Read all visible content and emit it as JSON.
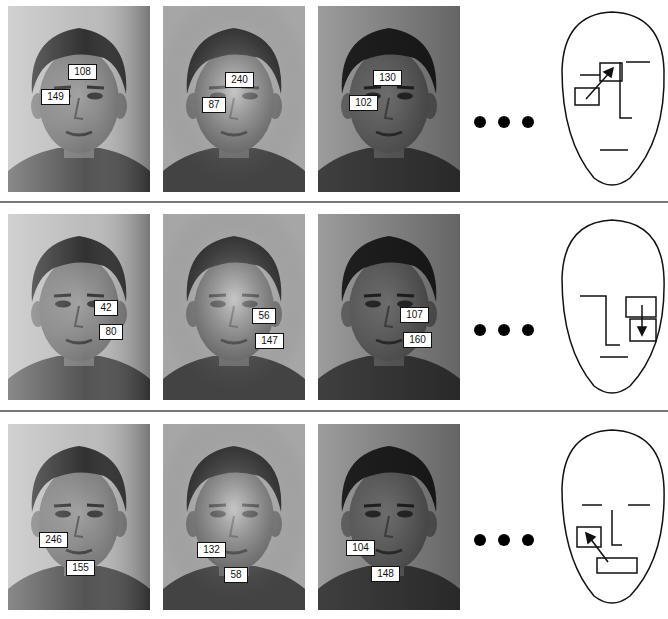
{
  "diagram": {
    "nodes": [
      {
        "text": [
          "108"
        ]
      },
      {
        "text": [
          "149"
        ]
      },
      {
        "text": [
          "240"
        ]
      },
      {
        "text": [
          "87"
        ]
      },
      {
        "text": [
          "130"
        ]
      },
      {
        "text": [
          "102"
        ]
      },
      {
        "text": [
          "42"
        ]
      },
      {
        "text": [
          "80"
        ]
      },
      {
        "text": [
          "56"
        ]
      },
      {
        "text": [
          "147"
        ]
      },
      {
        "text": [
          "107"
        ]
      },
      {
        "text": [
          "160"
        ]
      },
      {
        "text": [
          "246"
        ]
      },
      {
        "text": [
          "155"
        ]
      },
      {
        "text": [
          "132"
        ]
      },
      {
        "text": [
          "58"
        ]
      },
      {
        "text": [
          "104"
        ]
      },
      {
        "text": [
          "148"
        ]
      }
    ]
  }
}
